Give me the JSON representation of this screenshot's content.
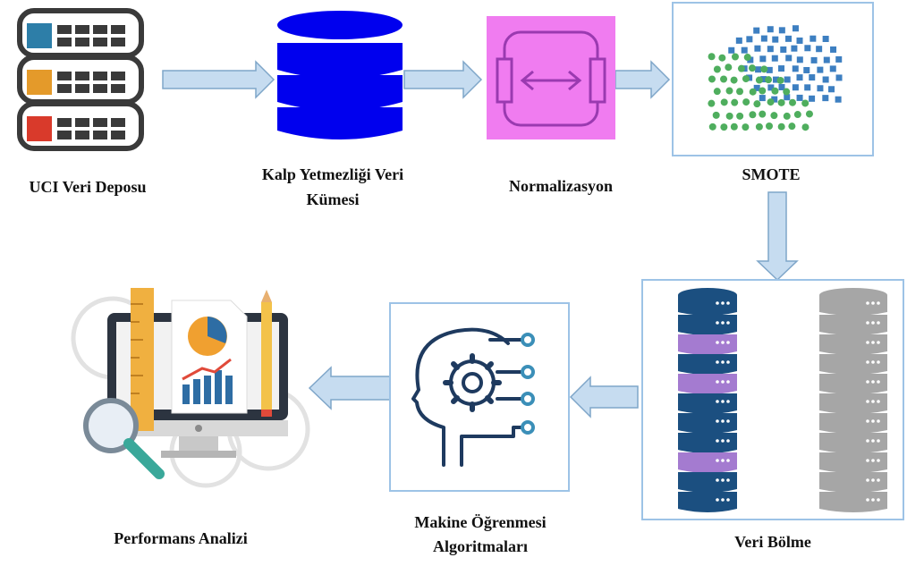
{
  "steps": {
    "uci": {
      "label": "UCI Veri Deposu"
    },
    "dataset": {
      "line1": "Kalp Yetmezliği Veri",
      "line2": "Kümesi"
    },
    "normalization": {
      "label": "Normalizasyon"
    },
    "smote": {
      "label": "SMOTE"
    },
    "split": {
      "label": "Veri Bölme"
    },
    "ml": {
      "line1": "Makine Öğrenmesi",
      "line2": "Algoritmaları"
    },
    "performance": {
      "label": "Performans Analizi"
    }
  },
  "colors": {
    "arrow_fill": "#c6dcf0",
    "arrow_stroke": "#7fa6c9",
    "panel_border": "#9dc3e6",
    "db_blue": "#0000ee",
    "norm_bg": "#f07cf0",
    "norm_line": "#9a3ab0",
    "smote_blue": "#3d7fc1",
    "smote_green": "#4fae5e",
    "stack_navy": "#1b4f80",
    "stack_purple": "#a47bd0",
    "stack_gray": "#a6a6a6",
    "icon_navy": "#1e3a5f",
    "icon_teal": "#3b8fb8"
  },
  "icons": {
    "uci": "server-stack-icon",
    "dataset": "database-icon",
    "normalization": "resize-horizontal-icon",
    "smote": "scatter-points-icon",
    "split": "server-rack-icon",
    "ml": "ai-head-gear-icon",
    "performance": "analytics-monitor-icon"
  }
}
